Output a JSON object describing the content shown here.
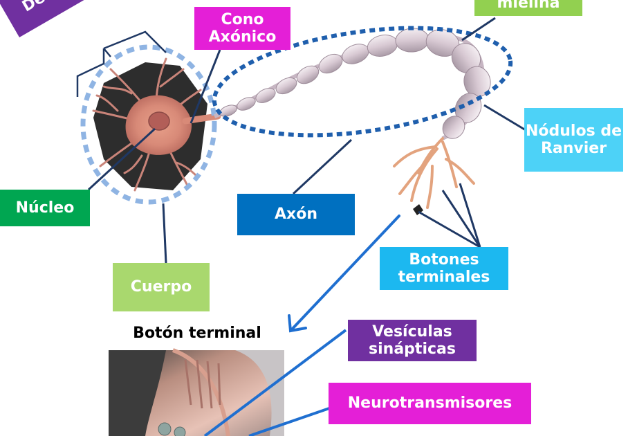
{
  "labels": {
    "dendritas": "Dendritas",
    "cono_axonico": "Cono Axónico",
    "mielina": "mielina",
    "nodulos_ranvier": "Nódulos de Ranvier",
    "nucleo": "Núcleo",
    "axon": "Axón",
    "cuerpo": "Cuerpo",
    "botones_terminales": "Botones terminales",
    "vesiculas": "Vesículas sinápticas",
    "neurotransmisores": "Neurotransmisores"
  },
  "inset_title": "Botón terminal",
  "colors": {
    "dendritas": "#7030a0",
    "cono_axonico": "#e41fd7",
    "mielina": "#92d050",
    "nodulos_ranvier": "#4dd2f7",
    "nucleo": "#00a651",
    "axon": "#0070c0",
    "cuerpo": "#a9d86e",
    "botones_terminales": "#1cb8f0",
    "vesiculas": "#7030a0",
    "neurotransmisores": "#e41fd7"
  }
}
